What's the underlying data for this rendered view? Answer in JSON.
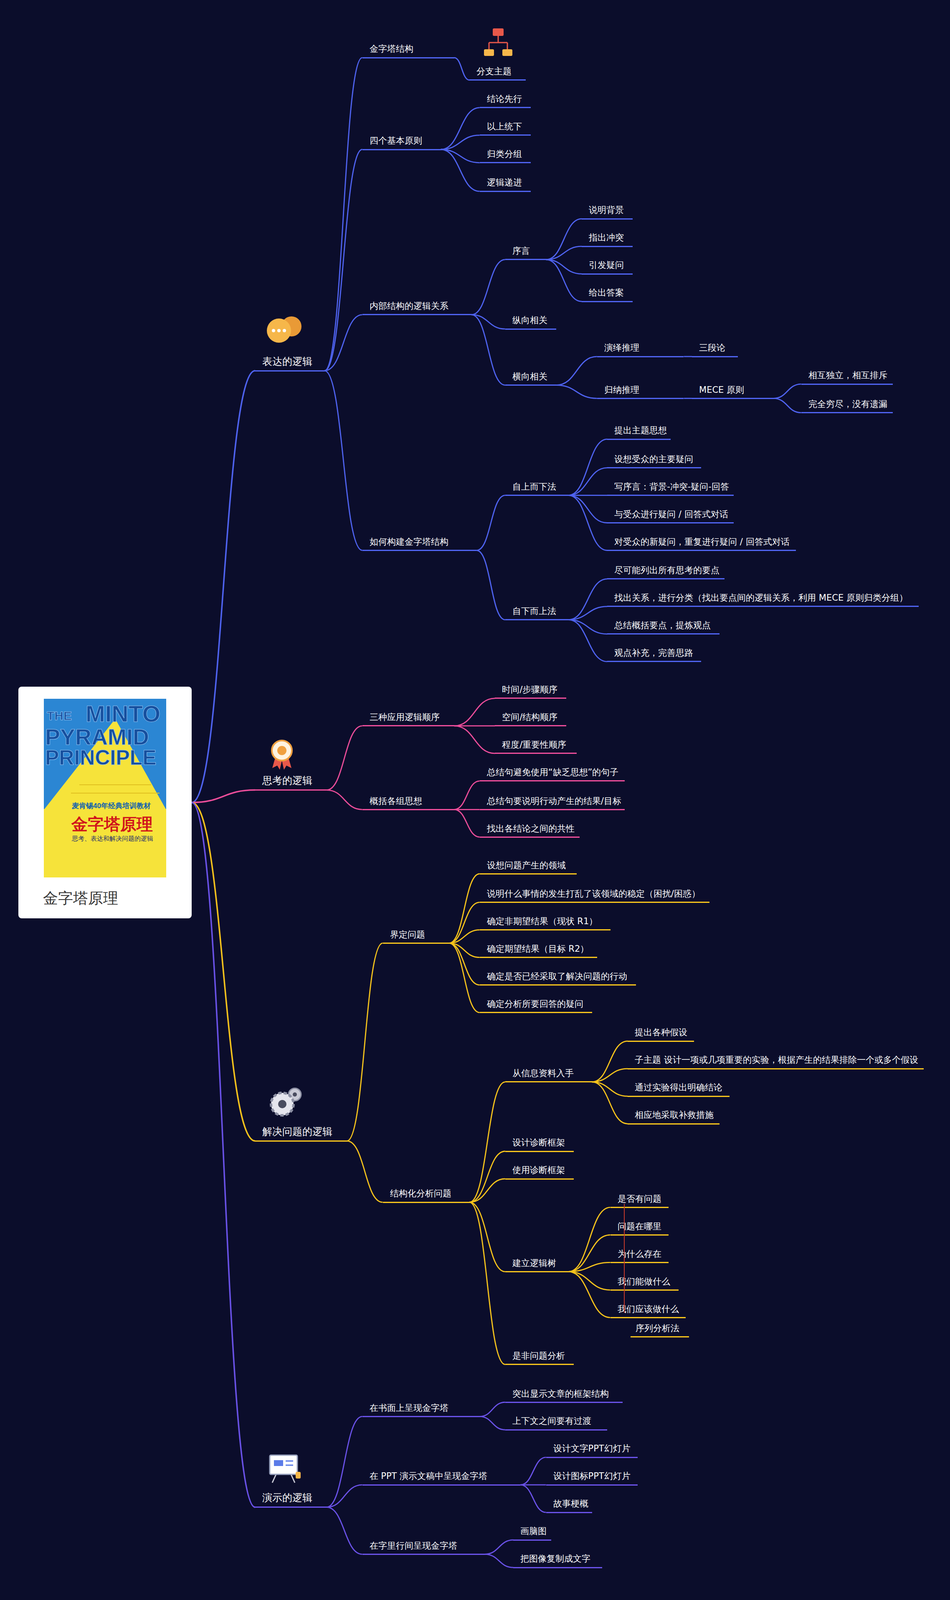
{
  "diagram": {
    "nodes": [
      {
        "text": [
          "金字塔原理"
        ]
      },
      {
        "text": [
          "表达的逻辑"
        ]
      },
      {
        "text": [
          "金字塔结构"
        ]
      },
      {
        "text": [
          "分支主题"
        ]
      },
      {
        "text": [
          "四个基本原则"
        ]
      },
      {
        "text": [
          "结论先行"
        ]
      },
      {
        "text": [
          "以上统下"
        ]
      },
      {
        "text": [
          "归类分组"
        ]
      },
      {
        "text": [
          "逻辑递进"
        ]
      },
      {
        "text": [
          "内部结构的逻辑关系"
        ]
      },
      {
        "text": [
          "序言"
        ]
      },
      {
        "text": [
          "说明背景"
        ]
      },
      {
        "text": [
          "指出冲突"
        ]
      },
      {
        "text": [
          "引发疑问"
        ]
      },
      {
        "text": [
          "给出答案"
        ]
      },
      {
        "text": [
          "纵向相关"
        ]
      },
      {
        "text": [
          "横向相关"
        ]
      },
      {
        "text": [
          "演绎推理"
        ]
      },
      {
        "text": [
          "三段论"
        ]
      },
      {
        "text": [
          "归纳推理"
        ]
      },
      {
        "text": [
          "MECE 原则"
        ]
      },
      {
        "text": [
          "相互独立，相互排斥"
        ]
      },
      {
        "text": [
          "完全穷尽，没有遗漏"
        ]
      },
      {
        "text": [
          "如何构建金字塔结构"
        ]
      },
      {
        "text": [
          "自上而下法"
        ]
      },
      {
        "text": [
          "提出主题思想"
        ]
      },
      {
        "text": [
          "设想受众的主要疑问"
        ]
      },
      {
        "text": [
          "写序言：背景-冲突-疑问-回答"
        ]
      },
      {
        "text": [
          "与受众进行疑问 / 回答式对话"
        ]
      },
      {
        "text": [
          "对受众的新疑问，重复进行疑问 / 回答式对话"
        ]
      },
      {
        "text": [
          "自下而上法"
        ]
      },
      {
        "text": [
          "尽可能列出所有思考的要点"
        ]
      },
      {
        "text": [
          "找出关系，进行分类（找出要点间的逻辑关系，利用 MECE 原则归类分组）"
        ]
      },
      {
        "text": [
          "总结概括要点，提炼观点"
        ]
      },
      {
        "text": [
          "观点补充，完善思路"
        ]
      },
      {
        "text": [
          "思考的逻辑"
        ]
      },
      {
        "text": [
          "三种应用逻辑顺序"
        ]
      },
      {
        "text": [
          "时间/步骤顺序"
        ]
      },
      {
        "text": [
          "空间/结构顺序"
        ]
      },
      {
        "text": [
          "程度/重要性顺序"
        ]
      },
      {
        "text": [
          "概括各组思想"
        ]
      },
      {
        "text": [
          "总结句避免使用“缺乏思想”的句子"
        ]
      },
      {
        "text": [
          "总结句要说明行动产生的结果/目标"
        ]
      },
      {
        "text": [
          "找出各结论之间的共性"
        ]
      },
      {
        "text": [
          "解决问题的逻辑"
        ]
      },
      {
        "text": [
          "界定问题"
        ]
      },
      {
        "text": [
          "设想问题产生的领域"
        ]
      },
      {
        "text": [
          "说明什么事情的发生打乱了该领域的稳定（困扰/困惑）"
        ]
      },
      {
        "text": [
          "确定非期望结果（现状 R1）"
        ]
      },
      {
        "text": [
          "确定期望结果（目标 R2）"
        ]
      },
      {
        "text": [
          "确定是否已经采取了解决问题的行动"
        ]
      },
      {
        "text": [
          "确定分析所要回答的疑问"
        ]
      },
      {
        "text": [
          "结构化分析问题"
        ]
      },
      {
        "text": [
          "从信息资料入手"
        ]
      },
      {
        "text": [
          "提出各种假设"
        ]
      },
      {
        "text": [
          "子主题 设计一项或几项重要的实验，根据产生的结果排除一个或多个假设"
        ]
      },
      {
        "text": [
          "通过实验得出明确结论"
        ]
      },
      {
        "text": [
          "相应地采取补救措施"
        ]
      },
      {
        "text": [
          "设计诊断框架"
        ]
      },
      {
        "text": [
          "使用诊断框架"
        ]
      },
      {
        "text": [
          "建立逻辑树"
        ]
      },
      {
        "text": [
          "是否有问题"
        ]
      },
      {
        "text": [
          "问题在哪里"
        ]
      },
      {
        "text": [
          "为什么存在"
        ]
      },
      {
        "text": [
          "我们能做什么"
        ]
      },
      {
        "text": [
          "我们应该做什么"
        ]
      },
      {
        "text": [
          "是非问题分析"
        ]
      },
      {
        "text": [
          "演示的逻辑"
        ]
      },
      {
        "text": [
          "在书面上呈现金字塔"
        ]
      },
      {
        "text": [
          "突出显示文章的框架结构"
        ]
      },
      {
        "text": [
          "上下文之间要有过渡"
        ]
      },
      {
        "text": [
          "在 PPT 演示文稿中呈现金字塔"
        ]
      },
      {
        "text": [
          "设计文字PPT幻灯片"
        ]
      },
      {
        "text": [
          "设计图标PPT幻灯片"
        ]
      },
      {
        "text": [
          "故事梗概"
        ]
      },
      {
        "text": [
          "在字里行间呈现金字塔"
        ]
      },
      {
        "text": [
          "画脑图"
        ]
      },
      {
        "text": [
          "把图像复制成文字"
        ]
      }
    ],
    "edges": [
      {
        "from": 0,
        "to": 1,
        "arrow": "none"
      },
      {
        "from": 1,
        "to": 2,
        "arrow": "none"
      },
      {
        "from": 2,
        "to": 3,
        "arrow": "none"
      },
      {
        "from": 1,
        "to": 4,
        "arrow": "none"
      },
      {
        "from": 4,
        "to": 5,
        "arrow": "none"
      },
      {
        "from": 4,
        "to": 6,
        "arrow": "none"
      },
      {
        "from": 4,
        "to": 7,
        "arrow": "none"
      },
      {
        "from": 4,
        "to": 8,
        "arrow": "none"
      },
      {
        "from": 1,
        "to": 9,
        "arrow": "none"
      },
      {
        "from": 9,
        "to": 10,
        "arrow": "none"
      },
      {
        "from": 10,
        "to": 11,
        "arrow": "none"
      },
      {
        "from": 10,
        "to": 12,
        "arrow": "none"
      },
      {
        "from": 10,
        "to": 13,
        "arrow": "none"
      },
      {
        "from": 10,
        "to": 14,
        "arrow": "none"
      },
      {
        "from": 9,
        "to": 15,
        "arrow": "none"
      },
      {
        "from": 9,
        "to": 16,
        "arrow": "none"
      },
      {
        "from": 16,
        "to": 17,
        "arrow": "none"
      },
      {
        "from": 17,
        "to": 18,
        "arrow": "none"
      },
      {
        "from": 16,
        "to": 19,
        "arrow": "none"
      },
      {
        "from": 19,
        "to": 20,
        "arrow": "none"
      },
      {
        "from": 20,
        "to": 21,
        "arrow": "none"
      },
      {
        "from": 20,
        "to": 22,
        "arrow": "none"
      },
      {
        "from": 1,
        "to": 23,
        "arrow": "none"
      },
      {
        "from": 23,
        "to": 24,
        "arrow": "none"
      },
      {
        "from": 24,
        "to": 25,
        "arrow": "none"
      },
      {
        "from": 24,
        "to": 26,
        "arrow": "none"
      },
      {
        "from": 24,
        "to": 27,
        "arrow": "none"
      },
      {
        "from": 24,
        "to": 28,
        "arrow": "none"
      },
      {
        "from": 24,
        "to": 29,
        "arrow": "none"
      },
      {
        "from": 23,
        "to": 30,
        "arrow": "none"
      },
      {
        "from": 30,
        "to": 31,
        "arrow": "none"
      },
      {
        "from": 30,
        "to": 32,
        "arrow": "none"
      },
      {
        "from": 30,
        "to": 33,
        "arrow": "none"
      },
      {
        "from": 30,
        "to": 34,
        "arrow": "none"
      },
      {
        "from": 0,
        "to": 35,
        "arrow": "none"
      },
      {
        "from": 35,
        "to": 36,
        "arrow": "none"
      },
      {
        "from": 36,
        "to": 37,
        "arrow": "none"
      },
      {
        "from": 36,
        "to": 38,
        "arrow": "none"
      },
      {
        "from": 36,
        "to": 39,
        "arrow": "none"
      },
      {
        "from": 35,
        "to": 40,
        "arrow": "none"
      },
      {
        "from": 40,
        "to": 41,
        "arrow": "none"
      },
      {
        "from": 40,
        "to": 42,
        "arrow": "none"
      },
      {
        "from": 40,
        "to": 43,
        "arrow": "none"
      },
      {
        "from": 0,
        "to": 44,
        "arrow": "none"
      },
      {
        "from": 44,
        "to": 45,
        "arrow": "none"
      },
      {
        "from": 45,
        "to": 46,
        "arrow": "none"
      },
      {
        "from": 45,
        "to": 47,
        "arrow": "none"
      },
      {
        "from": 45,
        "to": 48,
        "arrow": "none"
      },
      {
        "from": 45,
        "to": 49,
        "arrow": "none"
      },
      {
        "from": 45,
        "to": 50,
        "arrow": "none"
      },
      {
        "from": 45,
        "to": 51,
        "arrow": "none"
      },
      {
        "from": 44,
        "to": 52,
        "arrow": "none"
      },
      {
        "from": 52,
        "to": 53,
        "arrow": "none"
      },
      {
        "from": 53,
        "to": 54,
        "arrow": "none"
      },
      {
        "from": 53,
        "to": 55,
        "arrow": "none"
      },
      {
        "from": 53,
        "to": 56,
        "arrow": "none"
      },
      {
        "from": 53,
        "to": 57,
        "arrow": "none"
      },
      {
        "from": 52,
        "to": 58,
        "arrow": "none"
      },
      {
        "from": 52,
        "to": 59,
        "arrow": "none"
      },
      {
        "from": 52,
        "to": 60,
        "arrow": "none"
      },
      {
        "from": 60,
        "to": 61,
        "arrow": "none"
      },
      {
        "from": 60,
        "to": 62,
        "arrow": "none"
      },
      {
        "from": 60,
        "to": 63,
        "arrow": "none"
      },
      {
        "from": 60,
        "to": 64,
        "arrow": "none"
      },
      {
        "from": 60,
        "to": 65,
        "arrow": "none"
      },
      {
        "from": 52,
        "to": 66,
        "arrow": "none"
      },
      {
        "from": 0,
        "to": 67,
        "arrow": "none"
      },
      {
        "from": 67,
        "to": 68,
        "arrow": "none"
      },
      {
        "from": 68,
        "to": 69,
        "arrow": "none"
      },
      {
        "from": 68,
        "to": 70,
        "arrow": "none"
      },
      {
        "from": 67,
        "to": 71,
        "arrow": "none"
      },
      {
        "from": 71,
        "to": 72,
        "arrow": "none"
      },
      {
        "from": 71,
        "to": 73,
        "arrow": "none"
      },
      {
        "from": 71,
        "to": 74,
        "arrow": "none"
      },
      {
        "from": 67,
        "to": 75,
        "arrow": "none"
      },
      {
        "from": 75,
        "to": 76,
        "arrow": "none"
      },
      {
        "from": 75,
        "to": 77,
        "arrow": "none"
      }
    ],
    "labels": [
      "序列分析法",
      "THE",
      "MINTO",
      "PYRAMID",
      "PRINCIPLE",
      "麦肯锡40年经典培训教材",
      "金字塔原理",
      "思考、表达和解决问题的逻辑"
    ]
  }
}
